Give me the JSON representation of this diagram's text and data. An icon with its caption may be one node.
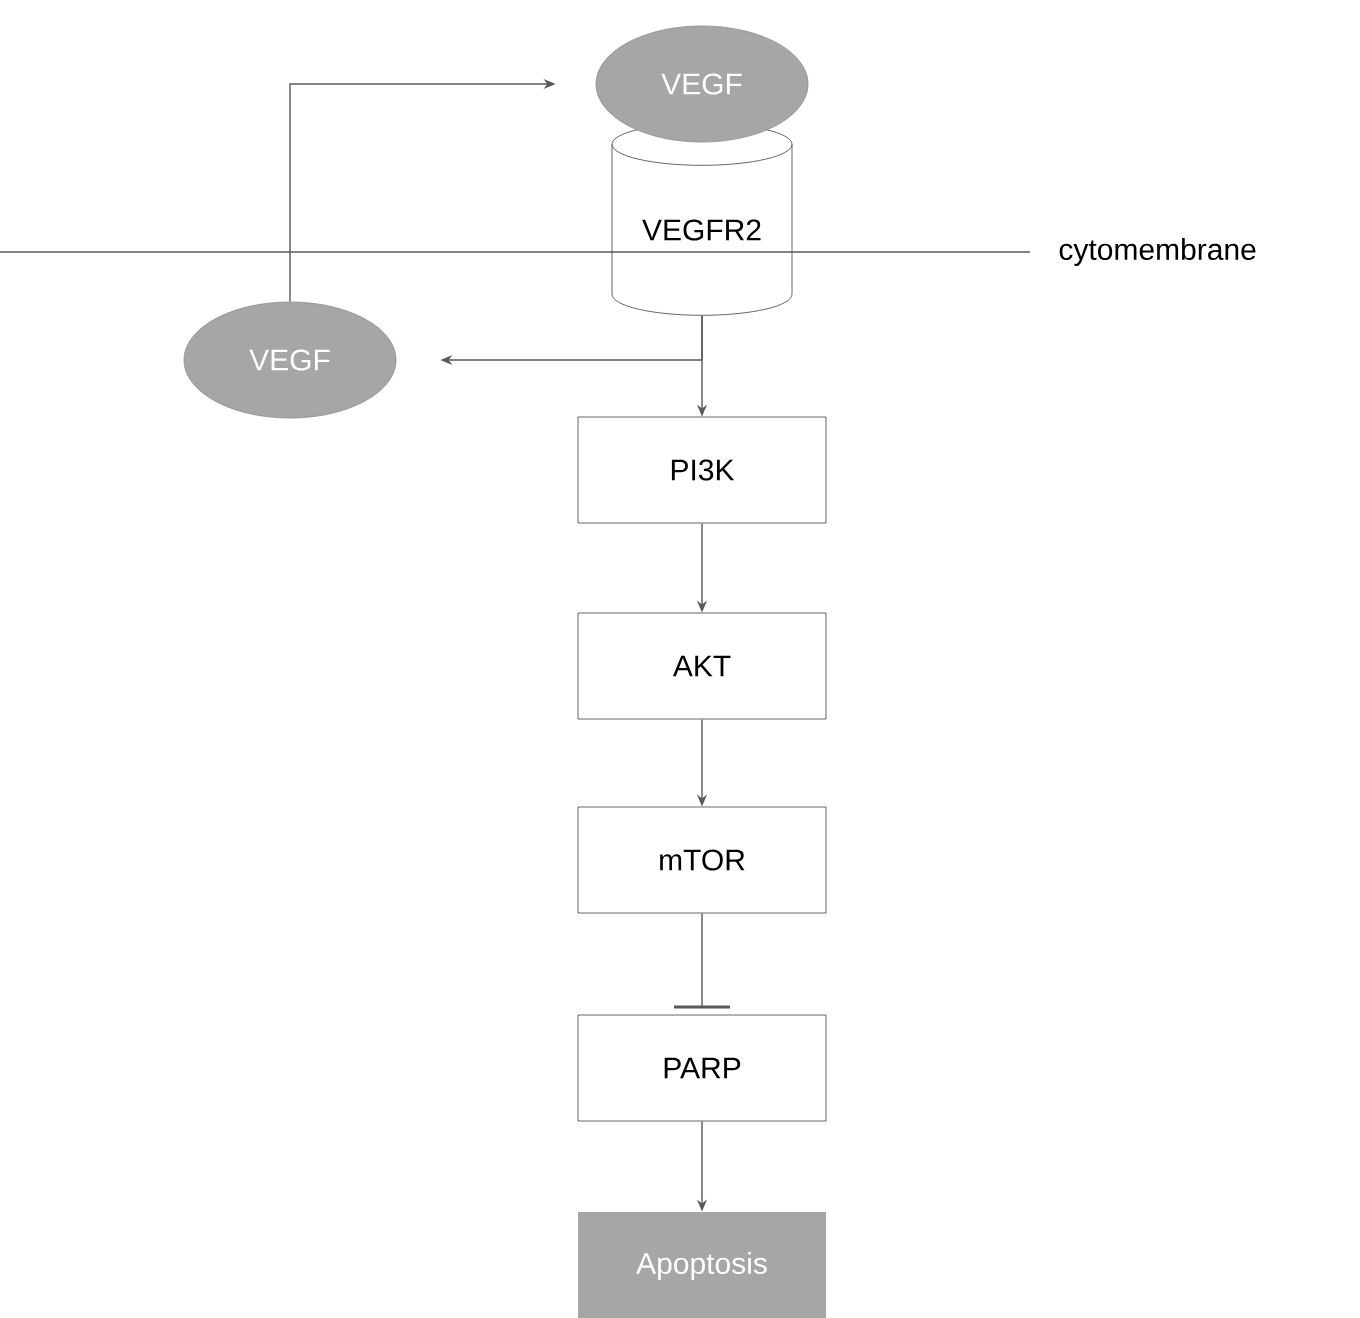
{
  "diagram": {
    "nodes": [
      {
        "text": [
          "VEGF"
        ]
      },
      {
        "text": [
          "VEGFR2"
        ]
      },
      {
        "text": [
          "VEGF"
        ]
      },
      {
        "text": [
          "PI3K"
        ]
      },
      {
        "text": [
          "AKT"
        ]
      },
      {
        "text": [
          "mTOR"
        ]
      },
      {
        "text": [
          "PARP"
        ]
      },
      {
        "text": [
          "Apoptosis"
        ]
      }
    ],
    "edges": [
      {
        "from": 2,
        "to": 0,
        "arrow": "to"
      },
      {
        "from": 1,
        "to": 2,
        "arrow": "to"
      },
      {
        "from": 1,
        "to": 3,
        "arrow": "to"
      },
      {
        "from": 3,
        "to": 4,
        "arrow": "to"
      },
      {
        "from": 4,
        "to": 5,
        "arrow": "to"
      },
      {
        "from": 5,
        "to": 6,
        "arrow": "other"
      },
      {
        "from": 6,
        "to": 7,
        "arrow": "to"
      }
    ],
    "labels": [
      "cytomembrane"
    ]
  }
}
